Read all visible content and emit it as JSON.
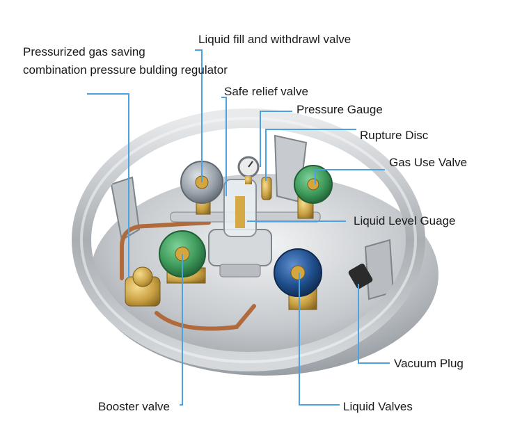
{
  "labels": {
    "liquid_fill": "Liquid fill and withdrawl valve",
    "pgs_line1": "Pressurized gas saving",
    "pgs_line2": "combination pressure bulding regulator",
    "safe_relief": "Safe relief valve",
    "pressure_gauge": "Pressure Gauge",
    "rupture_disc": "Rupture Disc",
    "gas_use": "Gas Use Valve",
    "liquid_level": "Liquid Level Guage",
    "vacuum_plug": "Vacuum Plug",
    "booster": "Booster valve",
    "liquid_valves": "Liquid Valves"
  },
  "colors": {
    "leader_line": "#4aa3e0",
    "steel": "#b9bdc2",
    "brass": "#c9a043",
    "gray_handwheel": "#9aa3ab",
    "green_handwheel": "#3e9a5a",
    "blue_handwheel": "#1f4f8c",
    "copper": "#b06a3b"
  }
}
